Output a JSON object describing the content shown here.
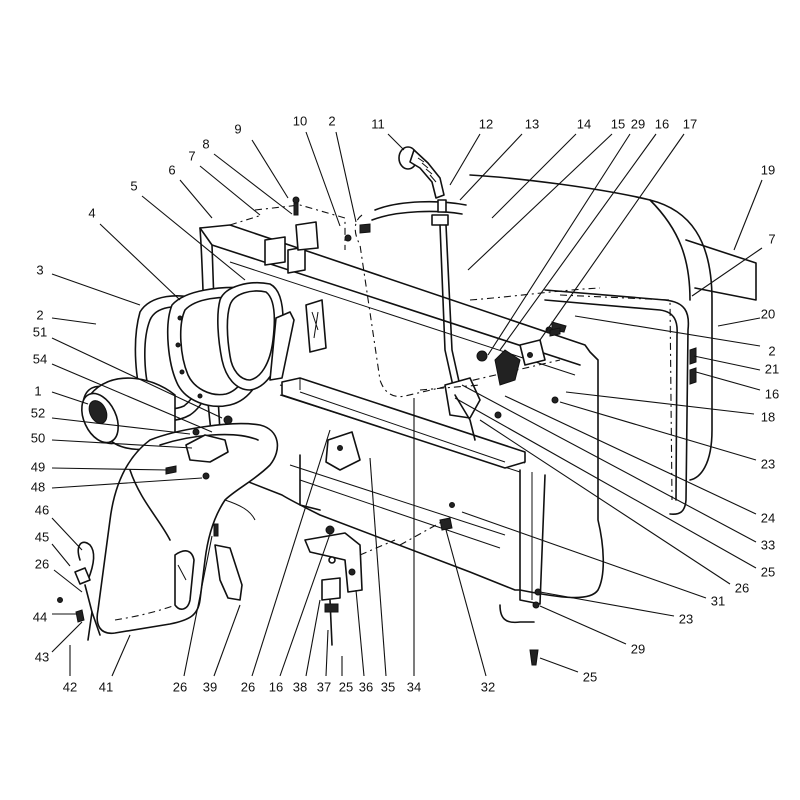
{
  "diagram": {
    "labels": [
      {
        "id": "l1",
        "text": "1"
      },
      {
        "id": "l2a",
        "text": "2"
      },
      {
        "id": "l2b",
        "text": "2"
      },
      {
        "id": "l2c",
        "text": "2"
      },
      {
        "id": "l3",
        "text": "3"
      },
      {
        "id": "l4",
        "text": "4"
      },
      {
        "id": "l5",
        "text": "5"
      },
      {
        "id": "l6",
        "text": "6"
      },
      {
        "id": "l7a",
        "text": "7"
      },
      {
        "id": "l7b",
        "text": "7"
      },
      {
        "id": "l8",
        "text": "8"
      },
      {
        "id": "l9",
        "text": "9"
      },
      {
        "id": "l10",
        "text": "10"
      },
      {
        "id": "l11",
        "text": "11"
      },
      {
        "id": "l12",
        "text": "12"
      },
      {
        "id": "l13",
        "text": "13"
      },
      {
        "id": "l14",
        "text": "14"
      },
      {
        "id": "l15",
        "text": "15"
      },
      {
        "id": "l29a",
        "text": "29"
      },
      {
        "id": "l16a",
        "text": "16"
      },
      {
        "id": "l17",
        "text": "17"
      },
      {
        "id": "l19",
        "text": "19"
      },
      {
        "id": "l20",
        "text": "20"
      },
      {
        "id": "l21",
        "text": "21"
      },
      {
        "id": "l16b",
        "text": "16"
      },
      {
        "id": "l18",
        "text": "18"
      },
      {
        "id": "l23a",
        "text": "23"
      },
      {
        "id": "l24",
        "text": "24"
      },
      {
        "id": "l33",
        "text": "33"
      },
      {
        "id": "l25a",
        "text": "25"
      },
      {
        "id": "l26a",
        "text": "26"
      },
      {
        "id": "l31",
        "text": "31"
      },
      {
        "id": "l23b",
        "text": "23"
      },
      {
        "id": "l29b",
        "text": "29"
      },
      {
        "id": "l25b",
        "text": "25"
      },
      {
        "id": "l32",
        "text": "32"
      },
      {
        "id": "l34",
        "text": "34"
      },
      {
        "id": "l35",
        "text": "35"
      },
      {
        "id": "l36",
        "text": "36"
      },
      {
        "id": "l25c",
        "text": "25"
      },
      {
        "id": "l37",
        "text": "37"
      },
      {
        "id": "l38",
        "text": "38"
      },
      {
        "id": "l16c",
        "text": "16"
      },
      {
        "id": "l26b",
        "text": "26"
      },
      {
        "id": "l39",
        "text": "39"
      },
      {
        "id": "l26c",
        "text": "26"
      },
      {
        "id": "l41",
        "text": "41"
      },
      {
        "id": "l42",
        "text": "42"
      },
      {
        "id": "l43",
        "text": "43"
      },
      {
        "id": "l44",
        "text": "44"
      },
      {
        "id": "l26d",
        "text": "26"
      },
      {
        "id": "l45",
        "text": "45"
      },
      {
        "id": "l46",
        "text": "46"
      },
      {
        "id": "l48",
        "text": "48"
      },
      {
        "id": "l49",
        "text": "49"
      },
      {
        "id": "l50",
        "text": "50"
      },
      {
        "id": "l52",
        "text": "52"
      },
      {
        "id": "l54",
        "text": "54"
      },
      {
        "id": "l51",
        "text": "51"
      }
    ]
  }
}
